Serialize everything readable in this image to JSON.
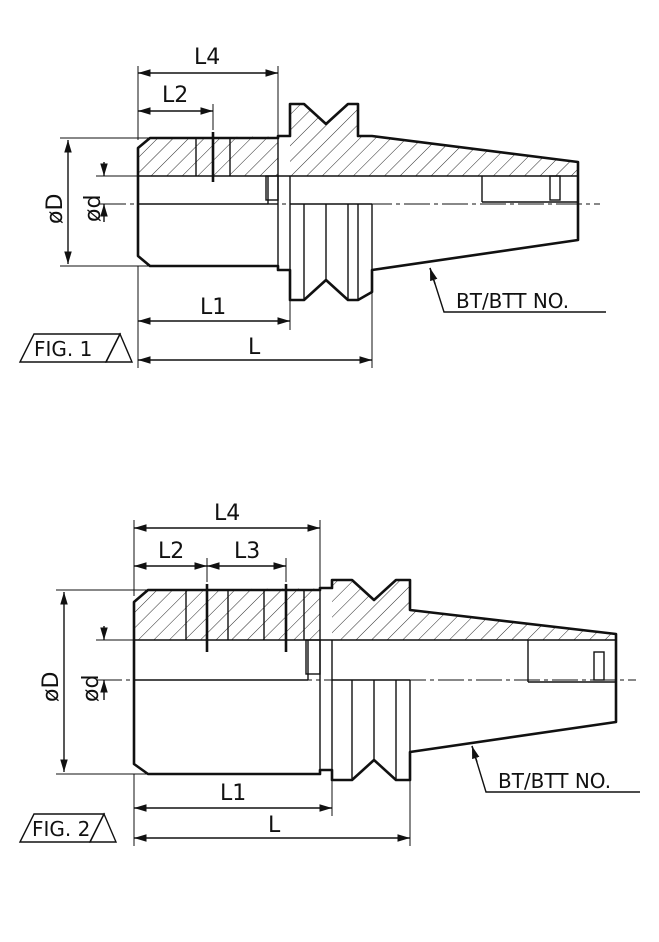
{
  "figures": [
    {
      "id": "fig1",
      "caption": "FIG. 1",
      "note": "BT/BTT NO.",
      "dims": {
        "L4": "L4",
        "L2": "L2",
        "L1": "L1",
        "L": "L",
        "oD": "øD",
        "od": "ød"
      }
    },
    {
      "id": "fig2",
      "caption": "FIG. 2",
      "note": "BT/BTT NO.",
      "dims": {
        "L4": "L4",
        "L2": "L2",
        "L3": "L3",
        "L1": "L1",
        "L": "L",
        "oD": "øD",
        "od": "ød"
      }
    }
  ]
}
